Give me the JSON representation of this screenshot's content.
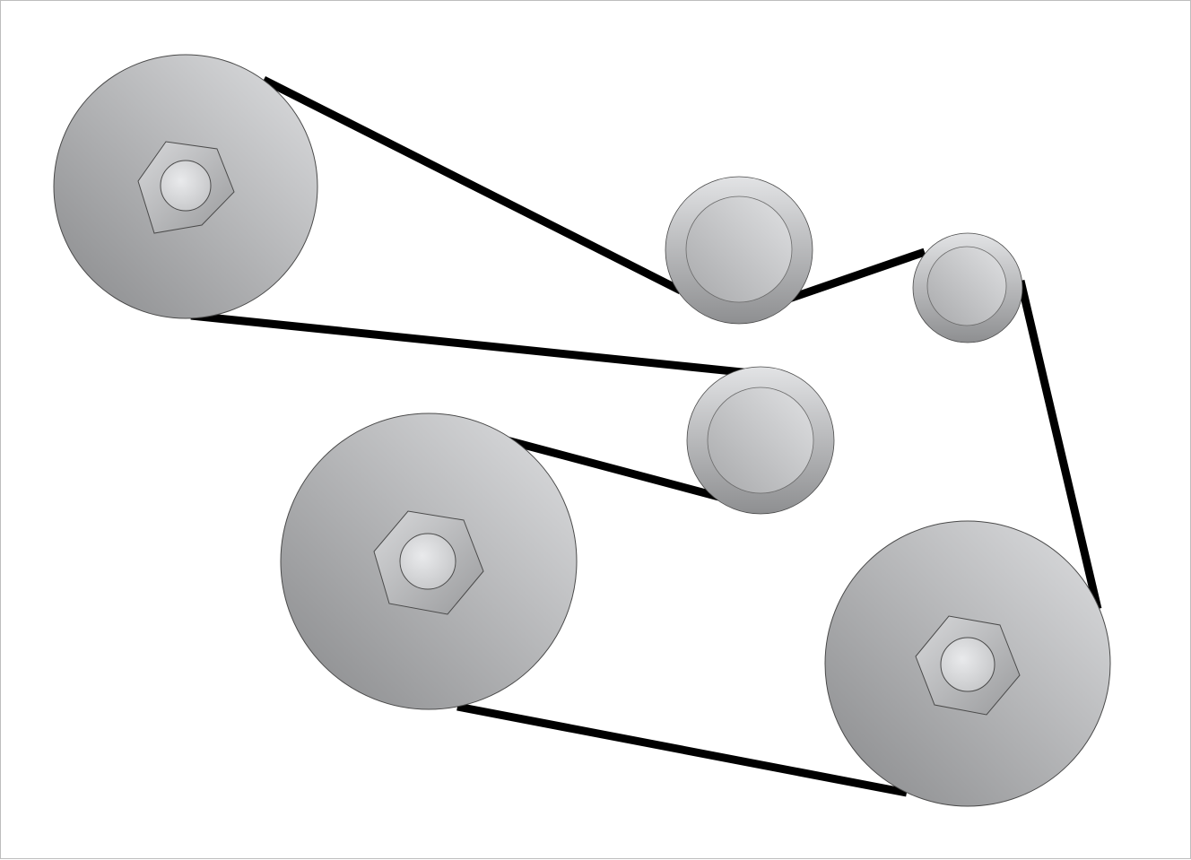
{
  "diagram": {
    "description_visible_text": "",
    "colors": {
      "belt": "#000000",
      "pulley_light": "#d9dadc",
      "pulley_dark": "#8c8d8f",
      "outline": "#4a4a4a",
      "background": "#ffffff",
      "frame_border": "#bdbdbd"
    },
    "pulleys": [
      {
        "id": "top-left",
        "kind": "drive-pulley",
        "hex_nut": true
      },
      {
        "id": "upper-middle",
        "kind": "idler",
        "hex_nut": false
      },
      {
        "id": "upper-right",
        "kind": "idler",
        "hex_nut": false
      },
      {
        "id": "middle",
        "kind": "idler",
        "hex_nut": false
      },
      {
        "id": "bottom-middle",
        "kind": "drive-pulley",
        "hex_nut": true
      },
      {
        "id": "bottom-right",
        "kind": "drive-pulley",
        "hex_nut": true
      }
    ],
    "belt_segments": 6
  }
}
